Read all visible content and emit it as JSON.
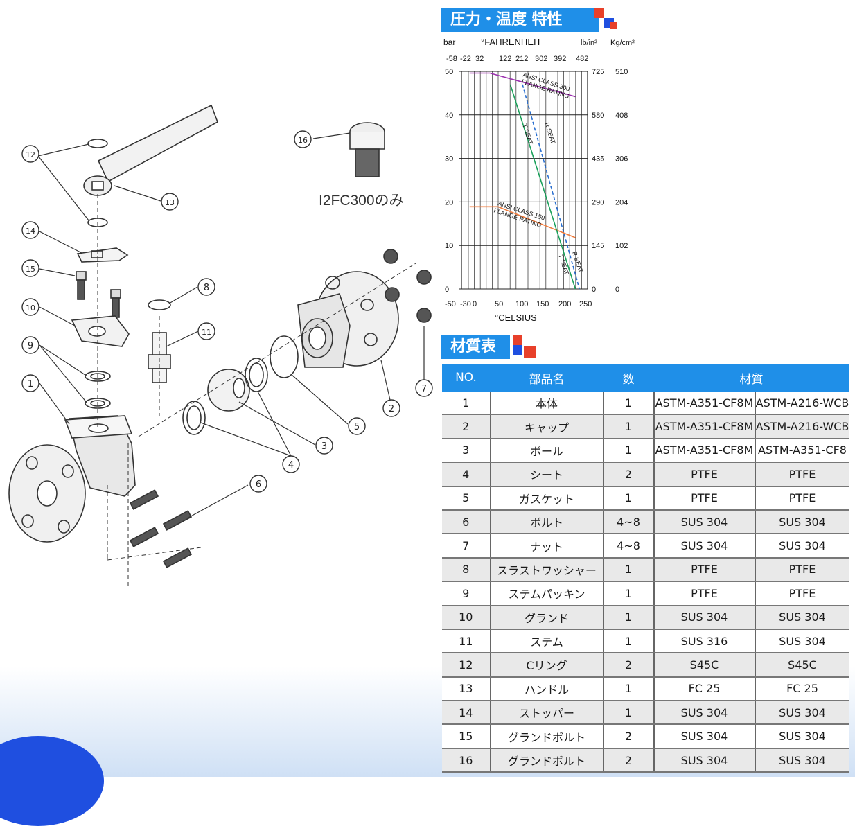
{
  "note_text": "I2FC300のみ",
  "chart_header": "圧力・温度 特性",
  "table_header": "材質表",
  "colors": {
    "accent": "#1f8fe8",
    "square_red": "#e8402a",
    "square_blue": "#1f4fe0"
  },
  "callouts": [
    "1",
    "2",
    "3",
    "4",
    "5",
    "6",
    "7",
    "8",
    "9",
    "10",
    "11",
    "12",
    "13",
    "14",
    "15",
    "16"
  ],
  "chart_data": {
    "type": "line",
    "axis_labels": {
      "bar": "bar",
      "fahrenheit": "°FAHRENHEIT",
      "lbin": "lb/in²",
      "kgcm": "Kg/cm²",
      "celsius": "°CELSIUS"
    },
    "fahrenheit_ticks": [
      "-58",
      "-22",
      "32",
      "122",
      "212",
      "302",
      "392",
      "482"
    ],
    "celsius_ticks": [
      "-50",
      "-30",
      "0",
      "50",
      "100",
      "150",
      "200",
      "250"
    ],
    "bar_ticks": [
      "0",
      "10",
      "20",
      "30",
      "40",
      "50"
    ],
    "lbin_ticks": [
      "0",
      "145",
      "290",
      "435",
      "580",
      "725"
    ],
    "kgcm_ticks": [
      "0",
      "102",
      "204",
      "306",
      "408",
      "510"
    ],
    "xlim": [
      -50,
      260
    ],
    "ylim": [
      0,
      50
    ],
    "annotations": [
      "ANSI CLASS 300",
      "FLANGE RATING",
      "ANSI CLASS 150",
      "FLANGE RATING",
      "R SEAT",
      "T SEAT",
      "R SEAT",
      "T SEAT"
    ],
    "series": [
      {
        "color": "#9b2fae",
        "x": [
          -30,
          20,
          230
        ],
        "y": [
          49.6,
          49.6,
          44.2
        ]
      },
      {
        "color": "#f07a3a",
        "x": [
          -30,
          40,
          230
        ],
        "y": [
          18.9,
          18.9,
          11.8
        ]
      },
      {
        "color": "#1aa05a",
        "x": [
          70,
          230
        ],
        "y": [
          47,
          0
        ]
      },
      {
        "color": "#2a6fd0",
        "x": [
          100,
          240
        ],
        "y": [
          47,
          0
        ]
      }
    ]
  },
  "table": {
    "headers": [
      "NO.",
      "部品名",
      "数",
      "材質"
    ],
    "rows": [
      [
        "1",
        "本体",
        "1",
        "ASTM-A351-CF8M",
        "ASTM-A216-WCB"
      ],
      [
        "2",
        "キャップ",
        "1",
        "ASTM-A351-CF8M",
        "ASTM-A216-WCB"
      ],
      [
        "3",
        "ボール",
        "1",
        "ASTM-A351-CF8M",
        "ASTM-A351-CF8"
      ],
      [
        "4",
        "シート",
        "2",
        "PTFE",
        "PTFE"
      ],
      [
        "5",
        "ガスケット",
        "1",
        "PTFE",
        "PTFE"
      ],
      [
        "6",
        "ボルト",
        "4~8",
        "SUS 304",
        "SUS 304"
      ],
      [
        "7",
        "ナット",
        "4~8",
        "SUS 304",
        "SUS 304"
      ],
      [
        "8",
        "スラストワッシャー",
        "1",
        "PTFE",
        "PTFE"
      ],
      [
        "9",
        "ステムパッキン",
        "1",
        "PTFE",
        "PTFE"
      ],
      [
        "10",
        "グランド",
        "1",
        "SUS 304",
        "SUS 304"
      ],
      [
        "11",
        "ステム",
        "1",
        "SUS 316",
        "SUS 304"
      ],
      [
        "12",
        "Cリング",
        "2",
        "S45C",
        "S45C"
      ],
      [
        "13",
        "ハンドル",
        "1",
        "FC 25",
        "FC 25"
      ],
      [
        "14",
        "ストッパー",
        "1",
        "SUS 304",
        "SUS 304"
      ],
      [
        "15",
        "グランドボルト",
        "2",
        "SUS 304",
        "SUS 304"
      ],
      [
        "16",
        "グランドボルト",
        "2",
        "SUS 304",
        "SUS 304"
      ]
    ]
  }
}
